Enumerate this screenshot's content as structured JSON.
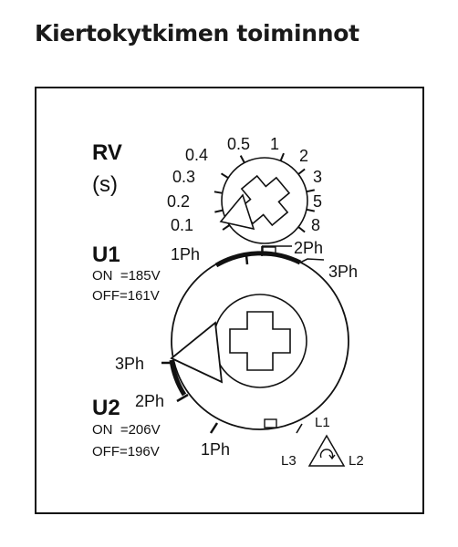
{
  "title": "Kiertokytkimen toiminnot",
  "rv": {
    "label": "RV",
    "unit": "(s)",
    "ticks": [
      "0.1",
      "0.2",
      "0.3",
      "0.4",
      "0.5",
      "1",
      "2",
      "3",
      "5",
      "8"
    ]
  },
  "u1": {
    "label": "U1",
    "on": "ON  =185V",
    "off": "OFF=161V",
    "positions": {
      "left": "1Ph",
      "top": "2Ph",
      "right": "3Ph"
    }
  },
  "u2": {
    "label": "U2",
    "on": "ON  =206V",
    "off": "OFF=196V",
    "positions": {
      "left": "3Ph",
      "mid": "2Ph",
      "low": "1Ph"
    }
  },
  "sequence": {
    "top": "L1",
    "left": "L3",
    "right": "L2",
    "icon": "phase-rotation-icon"
  },
  "colors": {
    "ink": "#111111",
    "background": "#ffffff"
  }
}
